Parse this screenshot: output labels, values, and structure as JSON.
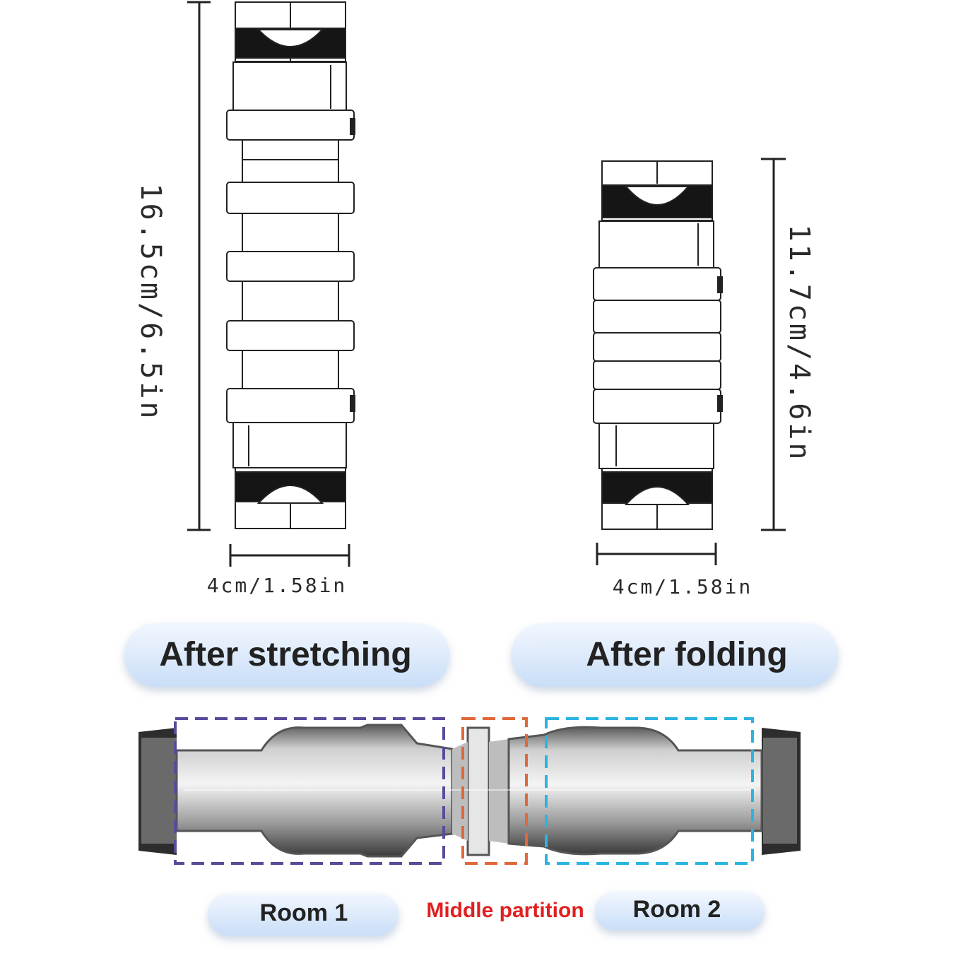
{
  "stretched": {
    "height_label": "16.5cm/6.5in",
    "width_label": "4cm/1.58in",
    "caption": "After stretching"
  },
  "folded": {
    "height_label": "11.7cm/4.6in",
    "width_label": "4cm/1.58in",
    "caption": "After folding"
  },
  "cross_section": {
    "room1_label": "Room 1",
    "middle_label": "Middle partition",
    "room2_label": "Room 2"
  },
  "colors": {
    "room1_outline": "#5b4a9a",
    "middle_outline": "#e0683a",
    "room2_outline": "#2ab4e0",
    "middle_label_text": "#e02020",
    "pill_fill": "#dbe9fb"
  }
}
